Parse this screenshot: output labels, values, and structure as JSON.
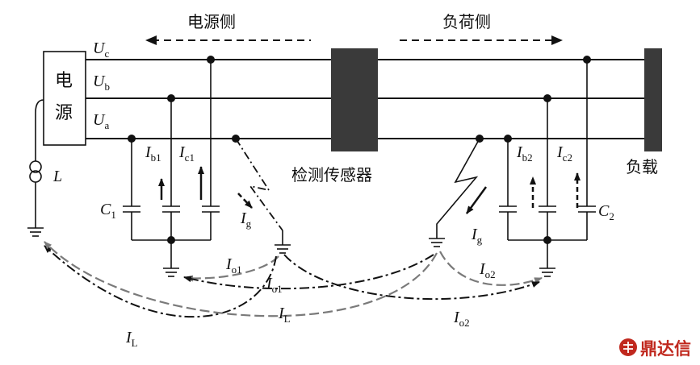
{
  "labels": {
    "source_side": "电源侧",
    "load_side": "负荷侧",
    "source_box_1": "电",
    "source_box_2": "源",
    "sensor": "检测传感器",
    "load": "负载",
    "uc_main": "U",
    "uc_sub": "c",
    "ub_main": "U",
    "ub_sub": "b",
    "ua_main": "U",
    "ua_sub": "a",
    "L": "L",
    "c1_main": "C",
    "c1_sub": "1",
    "c2_main": "C",
    "c2_sub": "2",
    "ib1_main": "I",
    "ib1_sub": "b1",
    "ic1_main": "I",
    "ic1_sub": "c1",
    "ib2_main": "I",
    "ib2_sub": "b2",
    "ic2_main": "I",
    "ic2_sub": "c2",
    "ig_left_main": "I",
    "ig_left_sub": "g",
    "ig_right_main": "I",
    "ig_right_sub": "g",
    "io1_a_main": "I",
    "io1_a_sub": "o1",
    "io1_b_main": "I",
    "io1_b_sub": "o1",
    "io2_a_main": "I",
    "io2_a_sub": "o2",
    "io2_b_main": "I",
    "io2_b_sub": "o2",
    "il_a_main": "I",
    "il_a_sub": "L",
    "il_b_main": "I",
    "il_b_sub": "L",
    "watermark": "鼎达信"
  },
  "colors": {
    "line": "#111111",
    "sensor_block": "#3a3a3a",
    "gray_path": "#7a7a7a",
    "watermark": "#c0281e"
  }
}
